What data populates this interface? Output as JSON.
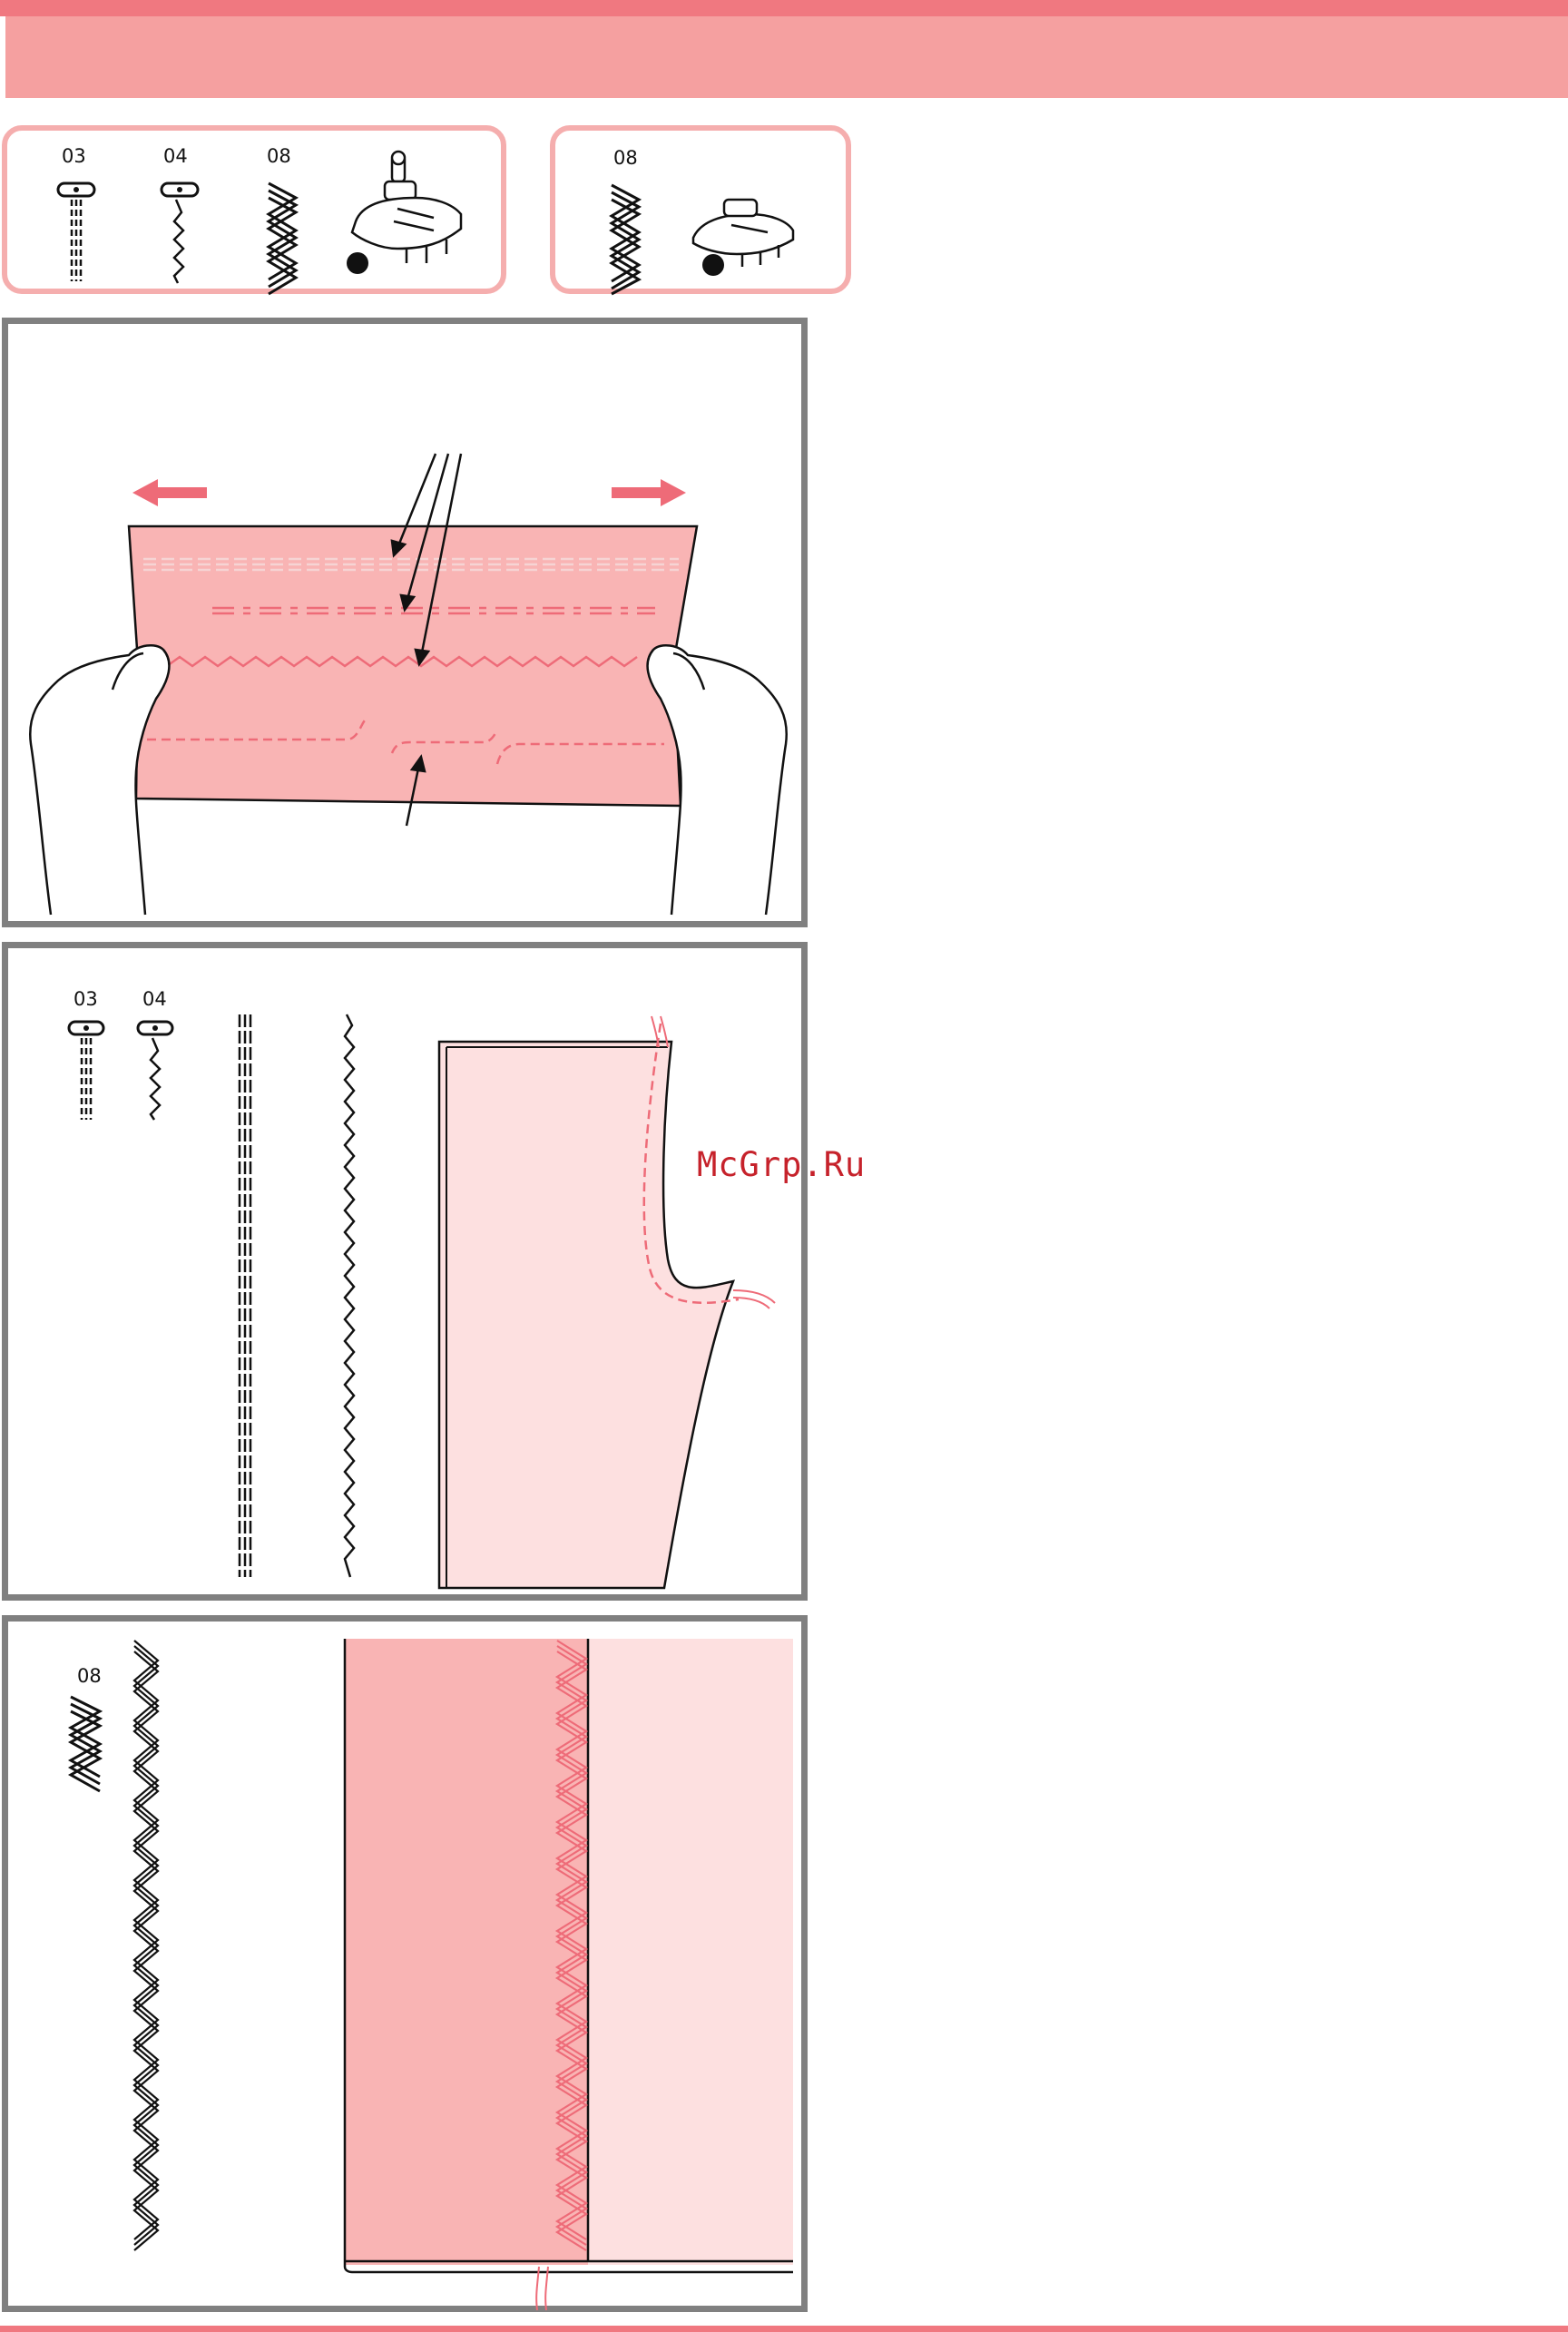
{
  "box1": {
    "labels": [
      "03",
      "04",
      "08"
    ]
  },
  "box2": {
    "labels": [
      "08"
    ]
  },
  "panel2": {
    "labels": [
      "03",
      "04"
    ]
  },
  "panel3": {
    "labels": [
      "08"
    ]
  },
  "watermark": "McGrp.Ru",
  "colors": {
    "header": "#f5a0a0",
    "header_top": "#f07880",
    "box_border": "#f5aeae",
    "panel_border": "#808080",
    "fabric": "#f9b4b4",
    "fabric_light": "#fde0e0",
    "stitch": "#ee6b78",
    "watermark": "#c6222b"
  },
  "icons": [
    "straight-stretch-stitch-icon",
    "lightning-stitch-icon",
    "triple-zigzag-stitch-icon",
    "presser-foot-icon",
    "dot-icon",
    "arrow-left-icon",
    "arrow-right-icon",
    "hand-icon"
  ]
}
